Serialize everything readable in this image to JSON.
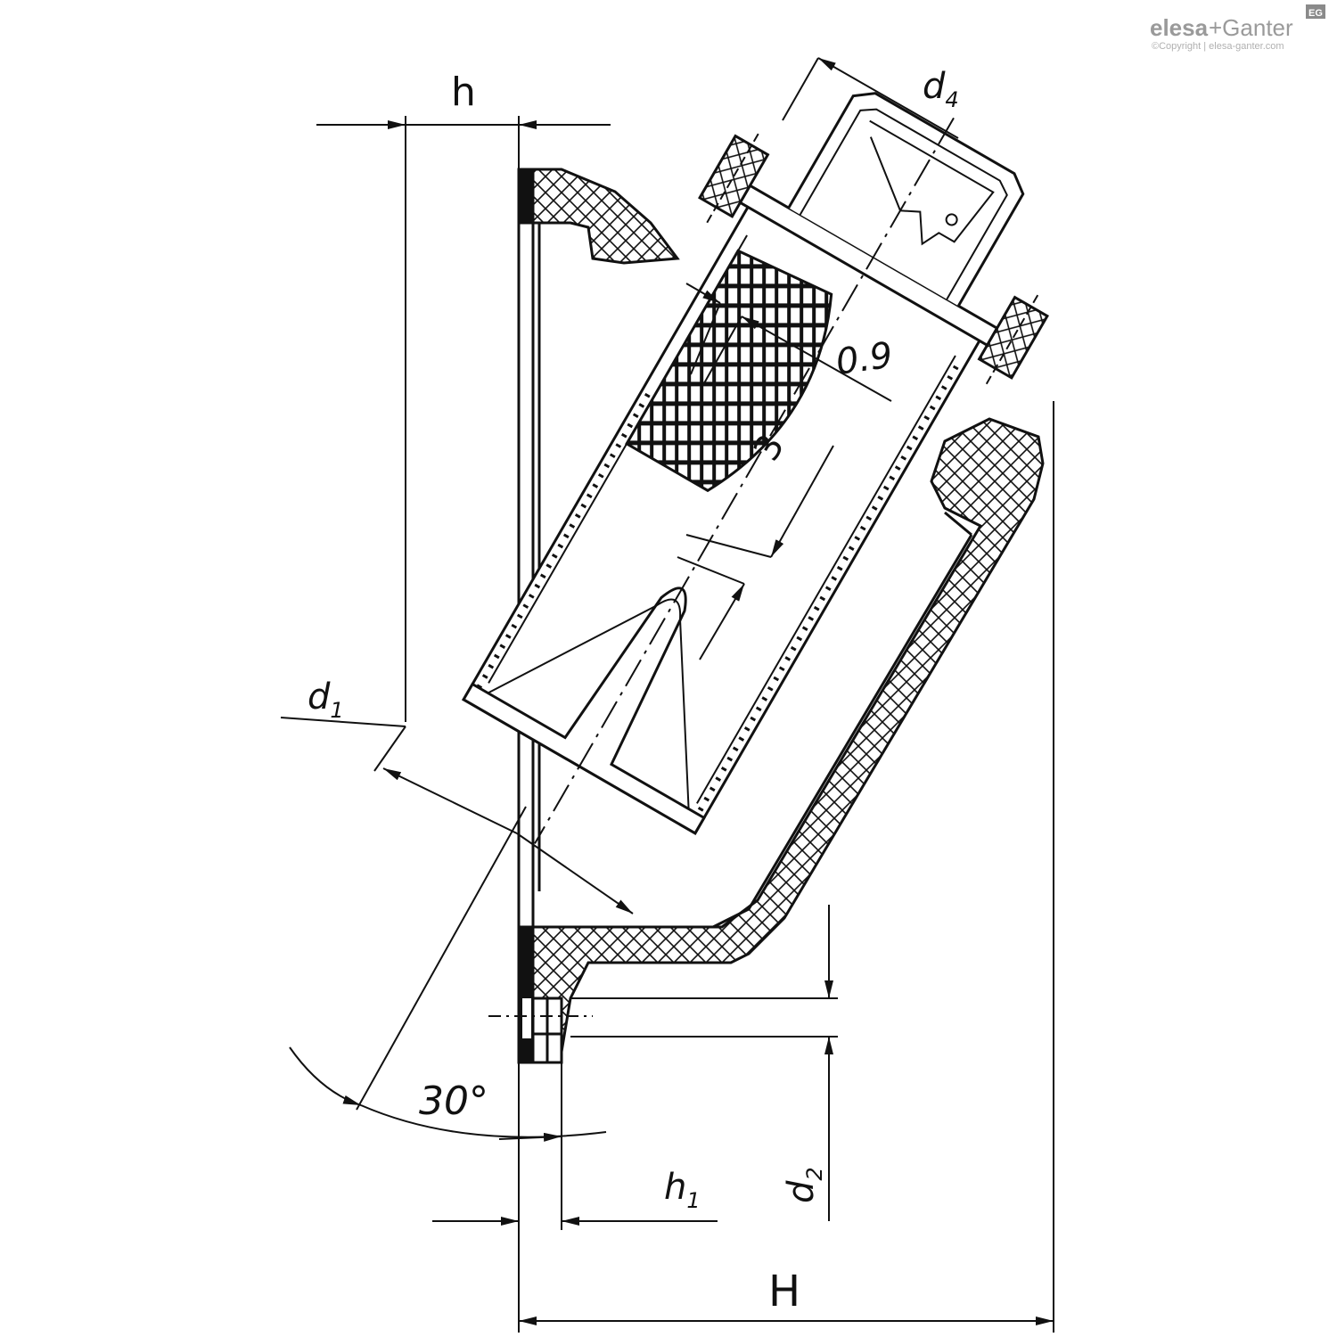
{
  "brand": {
    "name_part1": "elesa",
    "name_part2": "+Ganter",
    "copyright": "©Copyright | elesa-ganter.com",
    "mark": "EG"
  },
  "dimensions": {
    "h": "h",
    "d4_base": "d",
    "d4_sub": "4",
    "d1_base": "d",
    "d1_sub": "1",
    "d2_base": "d",
    "d2_sub": "2",
    "h1_base": "h",
    "h1_sub": "1",
    "H": "H",
    "angle": "30°",
    "gap": "0.9",
    "pitch": "3"
  },
  "colors": {
    "line": "#111111",
    "background": "#ffffff",
    "logo": "#9a9a9a"
  }
}
